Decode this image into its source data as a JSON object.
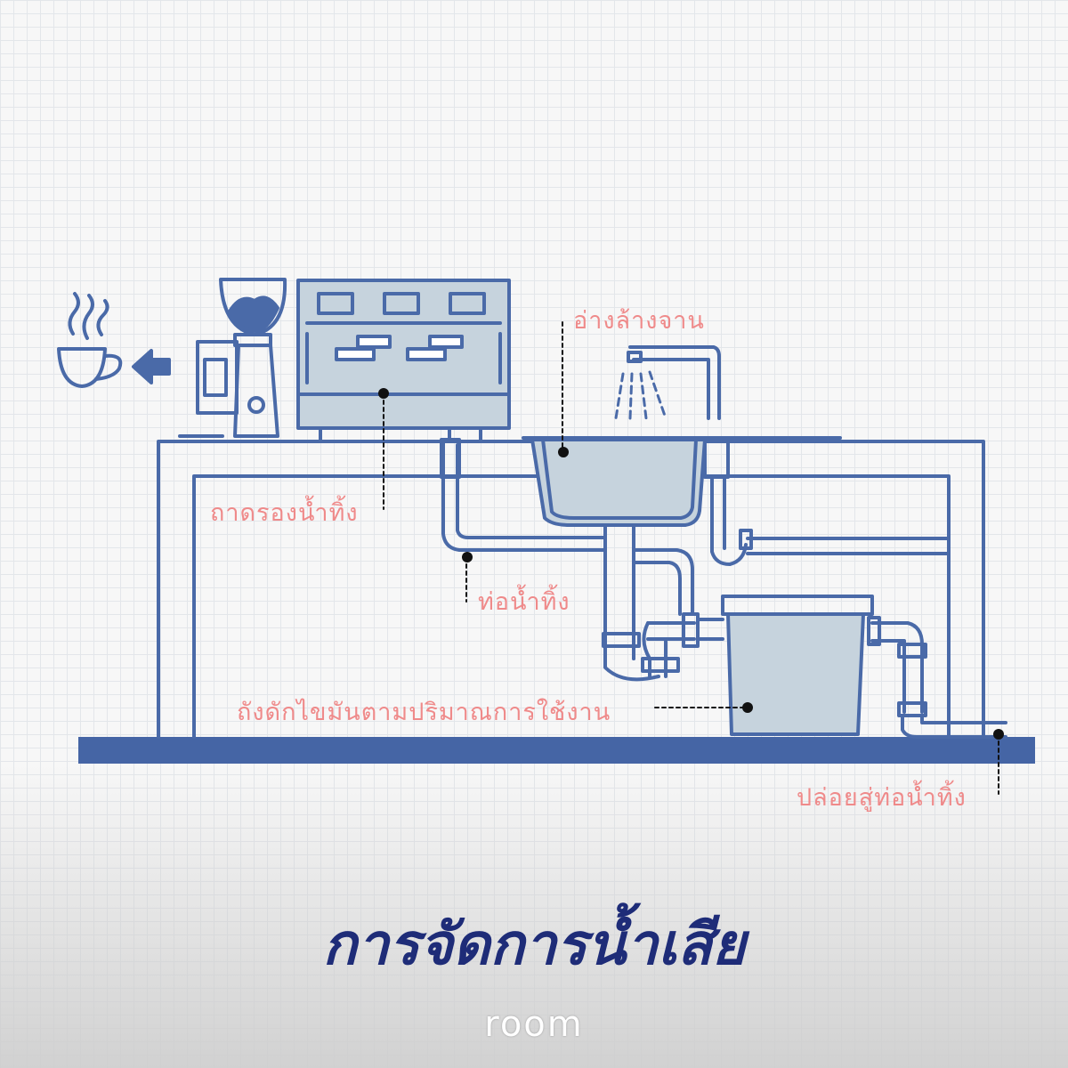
{
  "labels": {
    "sink": "อ่างล้างจาน",
    "drip_tray": "ถาดรองน้ำทิ้ง",
    "drain_pipe": "ท่อน้ำทิ้ง",
    "grease_trap": "ถังดักไขมันตามปริมาณการใช้งาน",
    "outlet": "ปล่อยสู่ท่อน้ำทิ้ง"
  },
  "title": "การจัดการน้ำเสีย",
  "logo": "room",
  "colors": {
    "line": "#4a6aa8",
    "fill": "#c6d3dd",
    "label": "#ef8a8a",
    "title": "#1e2c78",
    "floor": "#4565a5"
  }
}
